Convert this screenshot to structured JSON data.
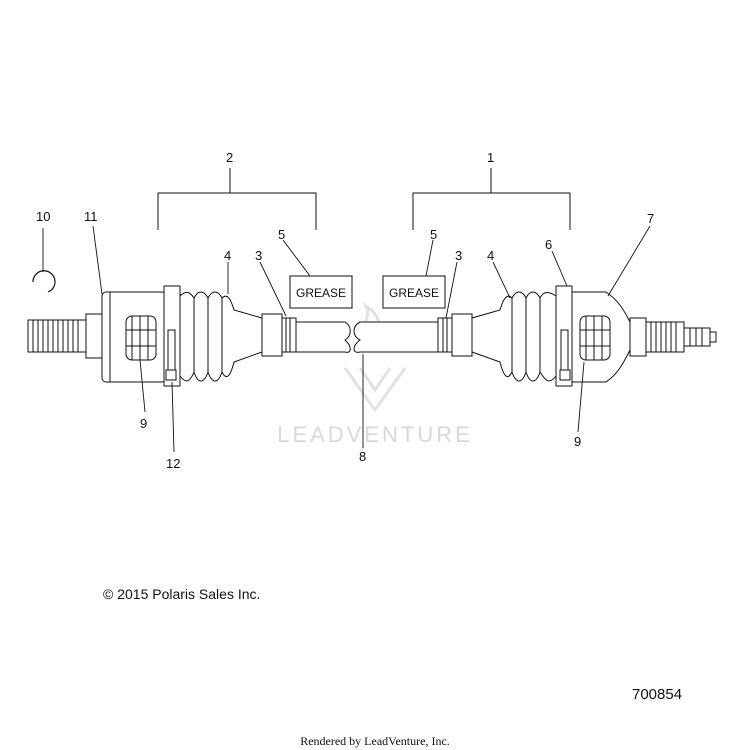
{
  "callouts": {
    "c1": "1",
    "c2": "2",
    "c3_left": "3",
    "c3_right": "3",
    "c4_left": "4",
    "c4_right": "4",
    "c5_left": "5",
    "c5_right": "5",
    "c6": "6",
    "c7": "7",
    "c8": "8",
    "c9_left": "9",
    "c9_right": "9",
    "c10": "10",
    "c11": "11",
    "c12": "12"
  },
  "grease_labels": {
    "left": "GREASE",
    "right": "GREASE"
  },
  "watermark": "LEADVENTURE",
  "copyright": "© 2015 Polaris Sales Inc.",
  "drawing_id": "700854",
  "rendered_by": "Rendered by LeadVenture, Inc.",
  "colors": {
    "line": "#111111",
    "watermark": "#d9d9d9"
  }
}
